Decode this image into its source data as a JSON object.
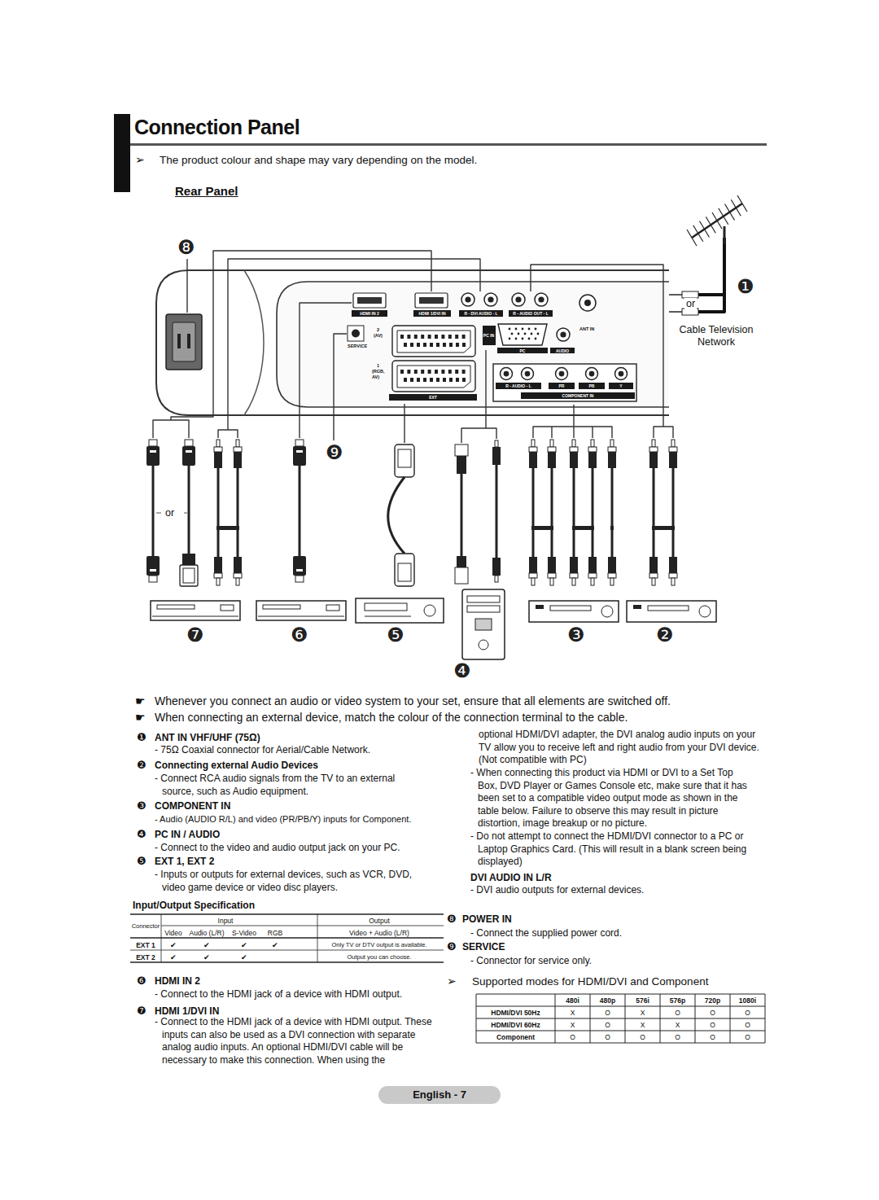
{
  "diagram": {
    "title": "Connection Panel",
    "nodes": [
      {
        "text": [
          "HDMI IN 2"
        ]
      },
      {
        "text": [
          "HDMI 1/DVI IN"
        ]
      },
      {
        "text": [
          "R - DVI AUDIO - L"
        ]
      },
      {
        "text": [
          "R - AUDIO OUT - L"
        ]
      },
      {
        "text": [
          "PC IN"
        ]
      },
      {
        "text": [
          "PC"
        ]
      },
      {
        "text": [
          "AUDIO"
        ]
      },
      {
        "text": [
          "EXT"
        ]
      },
      {
        "text": [
          "R - AUDIO - L"
        ]
      },
      {
        "text": [
          "PR"
        ]
      },
      {
        "text": [
          "PB"
        ]
      },
      {
        "text": [
          "Y"
        ]
      },
      {
        "text": [
          "COMPONENT IN"
        ]
      },
      {
        "text": [
          "English - 7"
        ]
      }
    ],
    "labels": [
      "Rear Panel",
      "➢",
      "The product colour and shape may vary depending on the model.",
      "❽",
      "❶",
      "or",
      "Cable Television Network",
      "❾",
      "or",
      "❼",
      "❻",
      "❺",
      "❸",
      "❷",
      "❹",
      "SERVICE",
      "2",
      "(AV)",
      "1",
      "(RGB, AV)",
      "ANT IN",
      "☛",
      "Whenever you connect an audio or video system to your set, ensure that all elements are switched off.",
      "☛",
      "When connecting an external device, match the colour of the connection terminal to the cable.",
      "❶",
      "ANT IN VHF/UHF (75Ω)",
      "- 75Ω Coaxial connector for Aerial/Cable Network.",
      "❷",
      "Connecting external Audio Devices",
      "- Connect RCA audio signals from the TV to an external source, such as Audio equipment.",
      "❸",
      "COMPONENT IN",
      "- Audio (AUDIO R/L) and video (PR/PB/Y) inputs for Component.",
      "❹",
      "PC IN / AUDIO",
      "- Connect to the video and audio output jack on your PC.",
      "❺",
      "EXT 1, EXT 2",
      "- Inputs or outputs for external devices, such as VCR, DVD, video game device or video disc players.",
      "Input/Output Specification",
      "Connector",
      "Input",
      "Output",
      "Video",
      "Audio (L/R)",
      "S-Video",
      "RGB",
      "Video + Audio (L/R)",
      "EXT 1",
      "✔",
      "✔",
      "✔",
      "✔",
      "Only TV or DTV output is available.",
      "EXT 2",
      "✔",
      "✔",
      "✔",
      "Output you can choose.",
      "❻",
      "HDMI IN 2",
      "- Connect to the HDMI jack of a device with HDMI output.",
      "❼",
      "HDMI 1/DVI IN",
      "- Connect to the HDMI jack of a device with HDMI output. These inputs can also be used as a DVI connection with separate analog audio inputs. An optional HDMI/DVI cable will be necessary to make this connection. When using the",
      "optional HDMI/DVI adapter, the DVI analog audio inputs on your TV allow you to receive left and right audio from your DVI device. (Not compatible with PC)",
      "- When connecting this product via HDMI or DVI to a Set Top Box, DVD Player or Games Console etc, make sure that it has been set to a compatible video output mode as shown in the table below. Failure to observe this may result in picture distortion, image breakup or no picture.",
      "- Do not attempt to connect the HDMI/DVI connector to a PC or Laptop Graphics Card. (This will result in a blank screen being displayed)",
      "DVI AUDIO IN L/R",
      "- DVI audio outputs for external devices.",
      "❽",
      "POWER IN",
      "- Connect the supplied power cord.",
      "❾",
      "SERVICE",
      "- Connector for service only.",
      "➢",
      "Supported modes for HDMI/DVI and Component",
      "480i",
      "480p",
      "576i",
      "576p",
      "720p",
      "1080i",
      "HDMI/DVI 50Hz",
      "X",
      "O",
      "X",
      "O",
      "O",
      "O",
      "HDMI/DVI 60Hz",
      "X",
      "O",
      "X",
      "X",
      "O",
      "O",
      "Component",
      "O",
      "O",
      "O",
      "O",
      "O",
      "O"
    ]
  }
}
